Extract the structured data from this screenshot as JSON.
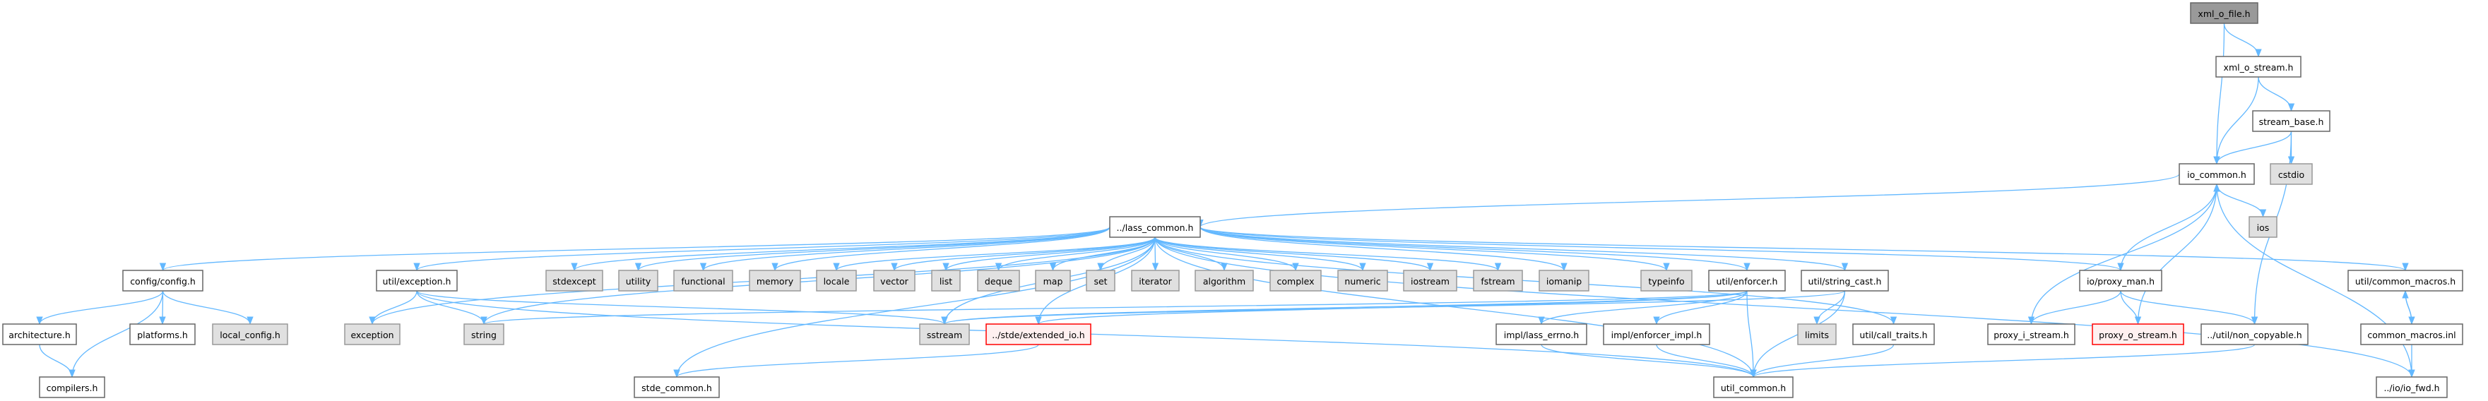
{
  "colors": {
    "edge": "#63b8ff",
    "node_fill": "#ffffff",
    "node_stroke": "#666666",
    "current_fill": "#999999",
    "system_fill": "#e0e0e0",
    "system_stroke": "#999999",
    "missing_fill": "#fff0f0",
    "missing_stroke": "#ff0000"
  },
  "nodes": {
    "xml_o_file": {
      "label": "xml_o_file.h",
      "kind": "current"
    },
    "xml_o_stream": {
      "label": "xml_o_stream.h",
      "kind": "file"
    },
    "stream_base": {
      "label": "stream_base.h",
      "kind": "file"
    },
    "io_common": {
      "label": "io_common.h",
      "kind": "file"
    },
    "cstdio": {
      "label": "cstdio",
      "kind": "system"
    },
    "ios": {
      "label": "ios",
      "kind": "system"
    },
    "lass_common": {
      "label": "../lass_common.h",
      "kind": "file"
    },
    "config": {
      "label": "config/config.h",
      "kind": "file"
    },
    "exception_h": {
      "label": "util/exception.h",
      "kind": "file"
    },
    "stdexcept": {
      "label": "stdexcept",
      "kind": "system"
    },
    "utility": {
      "label": "utility",
      "kind": "system"
    },
    "functional": {
      "label": "functional",
      "kind": "system"
    },
    "memory": {
      "label": "memory",
      "kind": "system"
    },
    "locale": {
      "label": "locale",
      "kind": "system"
    },
    "vector": {
      "label": "vector",
      "kind": "system"
    },
    "list": {
      "label": "list",
      "kind": "system"
    },
    "deque": {
      "label": "deque",
      "kind": "system"
    },
    "map": {
      "label": "map",
      "kind": "system"
    },
    "set": {
      "label": "set",
      "kind": "system"
    },
    "iterator": {
      "label": "iterator",
      "kind": "system"
    },
    "algorithm": {
      "label": "algorithm",
      "kind": "system"
    },
    "complex": {
      "label": "complex",
      "kind": "system"
    },
    "numeric": {
      "label": "numeric",
      "kind": "system"
    },
    "iostream": {
      "label": "iostream",
      "kind": "system"
    },
    "fstream": {
      "label": "fstream",
      "kind": "system"
    },
    "iomanip": {
      "label": "iomanip",
      "kind": "system"
    },
    "typeinfo": {
      "label": "typeinfo",
      "kind": "system"
    },
    "enforcer": {
      "label": "util/enforcer.h",
      "kind": "file"
    },
    "string_cast": {
      "label": "util/string_cast.h",
      "kind": "file"
    },
    "proxy_man": {
      "label": "io/proxy_man.h",
      "kind": "file"
    },
    "common_macros": {
      "label": "util/common_macros.h",
      "kind": "file"
    },
    "architecture": {
      "label": "architecture.h",
      "kind": "file"
    },
    "platforms": {
      "label": "platforms.h",
      "kind": "file"
    },
    "local_config": {
      "label": "local_config.h",
      "kind": "system"
    },
    "exception": {
      "label": "exception",
      "kind": "system"
    },
    "string": {
      "label": "string",
      "kind": "system"
    },
    "sstream": {
      "label": "sstream",
      "kind": "system"
    },
    "extended_io": {
      "label": "../stde/extended_io.h",
      "kind": "missing"
    },
    "lass_errno": {
      "label": "impl/lass_errno.h",
      "kind": "file"
    },
    "enforcer_impl": {
      "label": "impl/enforcer_impl.h",
      "kind": "file"
    },
    "limits": {
      "label": "limits",
      "kind": "system"
    },
    "call_traits": {
      "label": "util/call_traits.h",
      "kind": "file"
    },
    "proxy_i_stream": {
      "label": "proxy_i_stream.h",
      "kind": "file"
    },
    "proxy_o_stream": {
      "label": "proxy_o_stream.h",
      "kind": "missing"
    },
    "non_copyable": {
      "label": "../util/non_copyable.h",
      "kind": "file"
    },
    "common_macros_inl": {
      "label": "common_macros.inl",
      "kind": "file"
    },
    "compilers": {
      "label": "compilers.h",
      "kind": "file"
    },
    "stde_common": {
      "label": "stde_common.h",
      "kind": "file"
    },
    "util_common": {
      "label": "util_common.h",
      "kind": "file"
    },
    "io_fwd": {
      "label": "../io/io_fwd.h",
      "kind": "file"
    }
  },
  "edges": [
    [
      "xml_o_file",
      "xml_o_stream"
    ],
    [
      "xml_o_file",
      "io_common"
    ],
    [
      "xml_o_stream",
      "stream_base"
    ],
    [
      "xml_o_stream",
      "io_common"
    ],
    [
      "stream_base",
      "io_common"
    ],
    [
      "stream_base",
      "cstdio"
    ],
    [
      "stream_base",
      "non_copyable"
    ],
    [
      "io_common",
      "lass_common"
    ],
    [
      "io_common",
      "ios"
    ],
    [
      "lass_common",
      "config"
    ],
    [
      "lass_common",
      "exception_h"
    ],
    [
      "lass_common",
      "stdexcept"
    ],
    [
      "lass_common",
      "utility"
    ],
    [
      "lass_common",
      "functional"
    ],
    [
      "lass_common",
      "memory"
    ],
    [
      "lass_common",
      "locale"
    ],
    [
      "lass_common",
      "vector"
    ],
    [
      "lass_common",
      "list"
    ],
    [
      "lass_common",
      "deque"
    ],
    [
      "lass_common",
      "map"
    ],
    [
      "lass_common",
      "set"
    ],
    [
      "lass_common",
      "iterator"
    ],
    [
      "lass_common",
      "algorithm"
    ],
    [
      "lass_common",
      "complex"
    ],
    [
      "lass_common",
      "numeric"
    ],
    [
      "lass_common",
      "iostream"
    ],
    [
      "lass_common",
      "fstream"
    ],
    [
      "lass_common",
      "iomanip"
    ],
    [
      "lass_common",
      "typeinfo"
    ],
    [
      "lass_common",
      "enforcer"
    ],
    [
      "lass_common",
      "string_cast"
    ],
    [
      "lass_common",
      "proxy_man"
    ],
    [
      "lass_common",
      "common_macros"
    ],
    [
      "lass_common",
      "io_fwd"
    ],
    [
      "lass_common",
      "string"
    ],
    [
      "lass_common",
      "sstream"
    ],
    [
      "lass_common",
      "extended_io"
    ],
    [
      "lass_common",
      "stde_common"
    ],
    [
      "lass_common",
      "exception"
    ],
    [
      "lass_common",
      "util_common"
    ],
    [
      "lass_common",
      "call_traits"
    ],
    [
      "config",
      "architecture"
    ],
    [
      "config",
      "platforms"
    ],
    [
      "config",
      "local_config"
    ],
    [
      "config",
      "compilers"
    ],
    [
      "architecture",
      "compilers"
    ],
    [
      "exception_h",
      "exception"
    ],
    [
      "exception_h",
      "string"
    ],
    [
      "exception_h",
      "sstream"
    ],
    [
      "exception_h",
      "util_common"
    ],
    [
      "enforcer",
      "lass_errno"
    ],
    [
      "enforcer",
      "enforcer_impl"
    ],
    [
      "enforcer",
      "util_common"
    ],
    [
      "enforcer",
      "string"
    ],
    [
      "enforcer",
      "sstream"
    ],
    [
      "enforcer",
      "extended_io"
    ],
    [
      "string_cast",
      "limits"
    ],
    [
      "string_cast",
      "util_common"
    ],
    [
      "string_cast",
      "sstream"
    ],
    [
      "call_traits",
      "util_common"
    ],
    [
      "lass_errno",
      "util_common"
    ],
    [
      "enforcer_impl",
      "util_common"
    ],
    [
      "proxy_man",
      "io_common"
    ],
    [
      "proxy_man",
      "proxy_i_stream"
    ],
    [
      "proxy_man",
      "proxy_o_stream"
    ],
    [
      "proxy_man",
      "non_copyable"
    ],
    [
      "proxy_i_stream",
      "io_common"
    ],
    [
      "proxy_o_stream",
      "io_common"
    ],
    [
      "non_copyable",
      "util_common"
    ],
    [
      "common_macros",
      "common_macros_inl"
    ],
    [
      "common_macros_inl",
      "common_macros"
    ],
    [
      "common_macros_inl",
      "io_fwd"
    ],
    [
      "io_fwd",
      "io_common"
    ],
    [
      "extended_io",
      "stde_common"
    ]
  ]
}
